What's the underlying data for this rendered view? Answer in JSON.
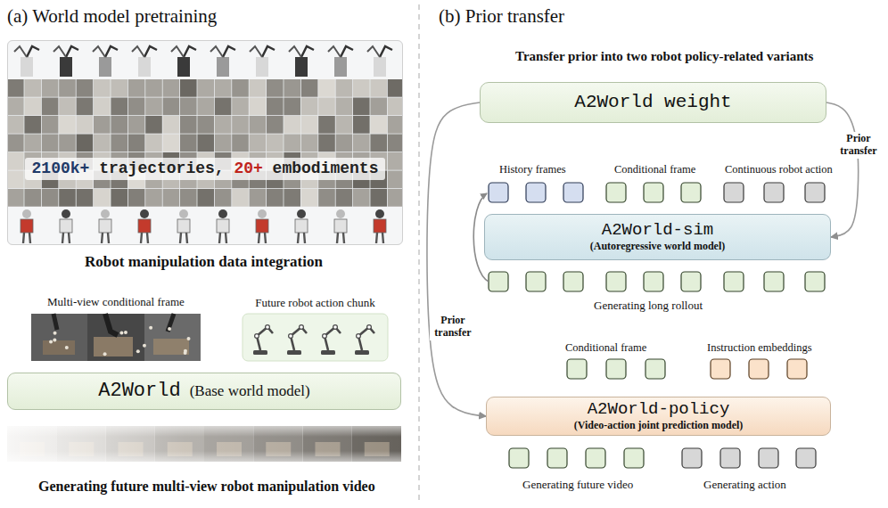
{
  "diagram": {
    "nodes": [
      {
        "text": [
          "2100k+ trajectories, 20+ embodiments"
        ]
      },
      {
        "text": [
          "Future robot action chunk"
        ]
      },
      {
        "text": [
          "A2World",
          "(Base world model)"
        ]
      },
      {
        "text": [
          "A2World weight"
        ]
      },
      {
        "text": [
          "A2World-sim",
          "(Autoregressive world model)"
        ]
      },
      {
        "text": [
          "A2World-policy",
          "(Video-action joint prediction model)"
        ]
      }
    ],
    "edges": [
      {
        "from": 3,
        "to": 4,
        "label": "Prior transfer",
        "arrow": "to"
      },
      {
        "from": 3,
        "to": 5,
        "label": "Prior transfer",
        "arrow": "to"
      }
    ],
    "labels": [
      "(a) World model pretraining",
      "Robot manipulation data integration",
      "Multi-view conditional frame",
      "Generating future multi-view robot manipulation video",
      "(b) Prior transfer",
      "Transfer prior into two robot policy-related variants",
      "History frames",
      "Conditional frame",
      "Continuous robot action",
      "Generating long rollout",
      "Conditional frame",
      "Instruction embeddings",
      "Generating future video",
      "Generating action"
    ]
  }
}
